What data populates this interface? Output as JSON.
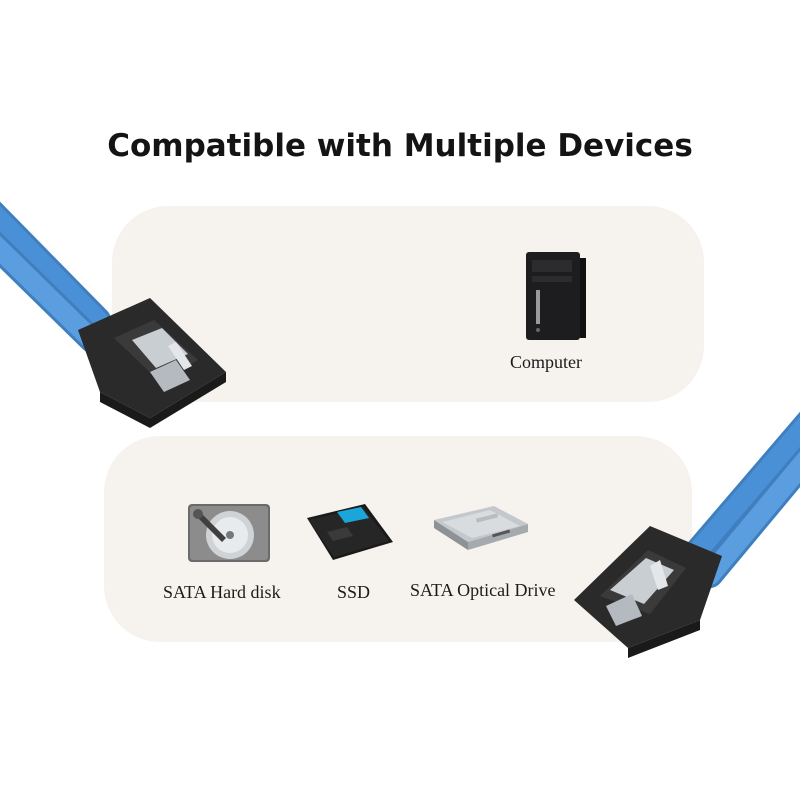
{
  "title": "Compatible with Multiple Devices",
  "devices": {
    "computer": {
      "label": "Computer",
      "icon": "desktop-tower-icon"
    },
    "hard_disk": {
      "label": "SATA Hard disk",
      "icon": "hard-disk-icon"
    },
    "ssd": {
      "label": "SSD",
      "icon": "ssd-icon"
    },
    "optical_drive": {
      "label": "SATA Optical Drive",
      "icon": "optical-drive-icon"
    }
  },
  "colors": {
    "panel": "#f6f2ee",
    "cable": "#4a90d6",
    "connector": "#2a2a2a",
    "latch": "#c9ced3"
  }
}
